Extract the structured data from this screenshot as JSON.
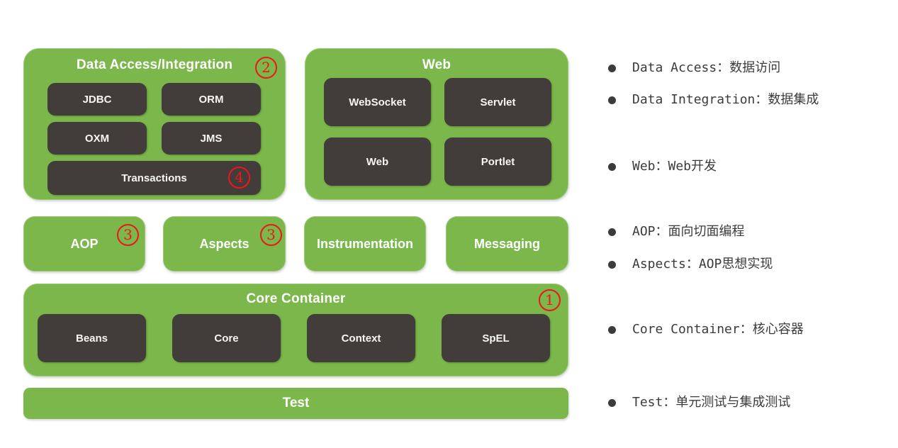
{
  "colors": {
    "green": "#7BB74A",
    "dark_cell": "#423C3B",
    "badge_red": "#EE1618",
    "legend_text": "#3B3B3B",
    "box_text": "#FFFFFF"
  },
  "diagram": {
    "data_access": {
      "title": "Data Access/Integration",
      "badge": "2",
      "cells": [
        "JDBC",
        "ORM",
        "OXM",
        "JMS"
      ],
      "wide_cell": "Transactions",
      "wide_badge": "4"
    },
    "web": {
      "title": "Web",
      "cells": [
        "WebSocket",
        "Servlet",
        "Web",
        "Portlet"
      ]
    },
    "middle_row": [
      {
        "label": "AOP",
        "badge": "3"
      },
      {
        "label": "Aspects",
        "badge": "3"
      },
      {
        "label": "Instrumentation"
      },
      {
        "label": "Messaging"
      }
    ],
    "core_container": {
      "title": "Core Container",
      "badge": "1",
      "cells": [
        "Beans",
        "Core",
        "Context",
        "SpEL"
      ]
    },
    "test": {
      "title": "Test"
    }
  },
  "legend": {
    "items": [
      {
        "text": "Data Access：数据访问"
      },
      {
        "text": "Data Integration：数据集成"
      },
      {
        "text": "Web：Web开发"
      },
      {
        "text": "AOP：面向切面编程"
      },
      {
        "text": "Aspects：AOP思想实现"
      },
      {
        "text": "Core Container：核心容器"
      },
      {
        "text": "Test：单元测试与集成测试"
      }
    ]
  }
}
